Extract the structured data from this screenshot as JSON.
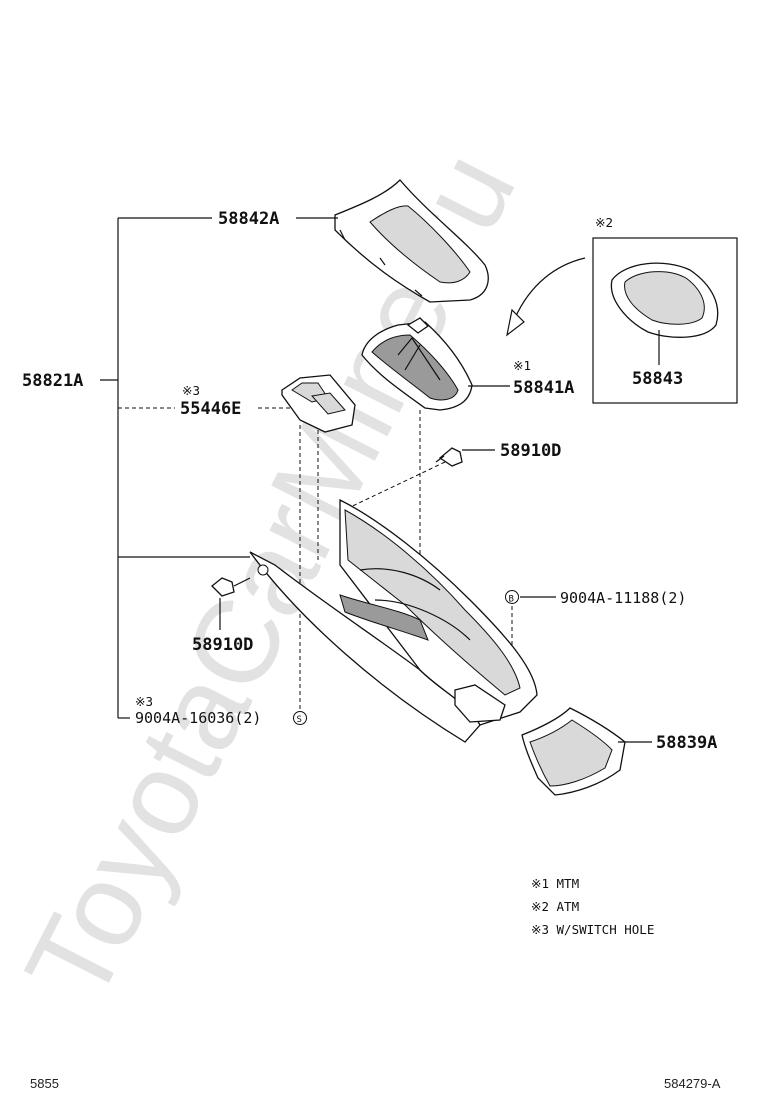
{
  "watermark": "ToyotaCarMine.ru",
  "parts": {
    "p58842A": "58842A",
    "p58821A": "58821A",
    "p55446E": "55446E",
    "p58841A": "58841A",
    "p58843": "58843",
    "p58910D_top": "58910D",
    "p58910D_left": "58910D",
    "p9004A_11188": "9004A-11188(2)",
    "p9004A_16036": "9004A-16036(2)",
    "p58839A": "58839A"
  },
  "marks": {
    "m1": "※1",
    "m2": "※2",
    "m3_a": "※3",
    "m3_b": "※3",
    "badge_b": "B",
    "badge_s": "S"
  },
  "notes": [
    "※1 MTM",
    "※2 ATM",
    "※3 W/SWITCH HOLE"
  ],
  "footer": {
    "left": "5855",
    "right": "584279-A"
  }
}
